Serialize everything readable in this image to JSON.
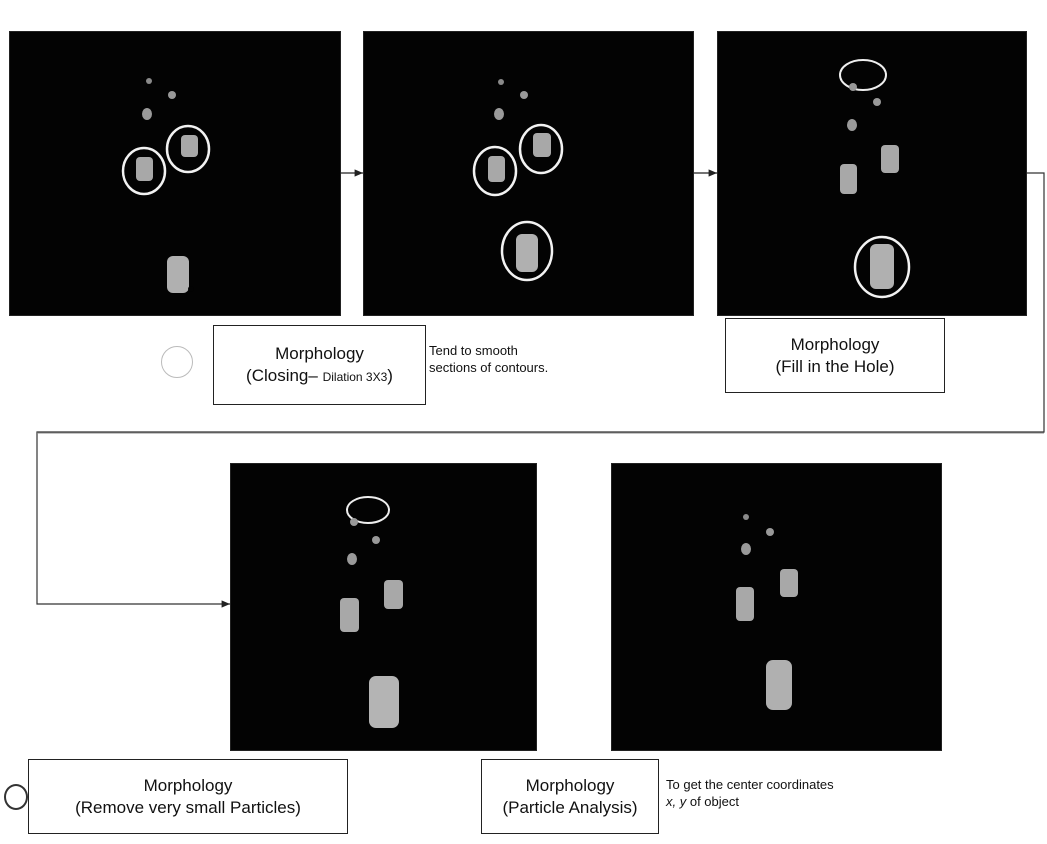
{
  "captions": {
    "closing": {
      "title": "Morphology",
      "line2_main": "(Closing– ",
      "line2_small": "Dilation 3X3",
      "line2_end": ")"
    },
    "closing_note": [
      "Tend to smooth",
      "sections of contours."
    ],
    "fill_hole": {
      "title": "Morphology",
      "subtitle": "(Fill in the Hole)"
    },
    "remove_particles": {
      "title": "Morphology",
      "subtitle": "(Remove very small Particles)"
    },
    "particle_analysis": {
      "title": "Morphology",
      "subtitle": "(Particle Analysis)"
    },
    "particle_note_line1": "To get the center coordinates",
    "particle_note_xy": "x, y",
    "particle_note_end": " of object"
  },
  "colors": {
    "panel_bg": "#030303",
    "blob": "#a8a8a8",
    "highlight_ring": "#f2f2f2",
    "arrow": "#222222"
  }
}
